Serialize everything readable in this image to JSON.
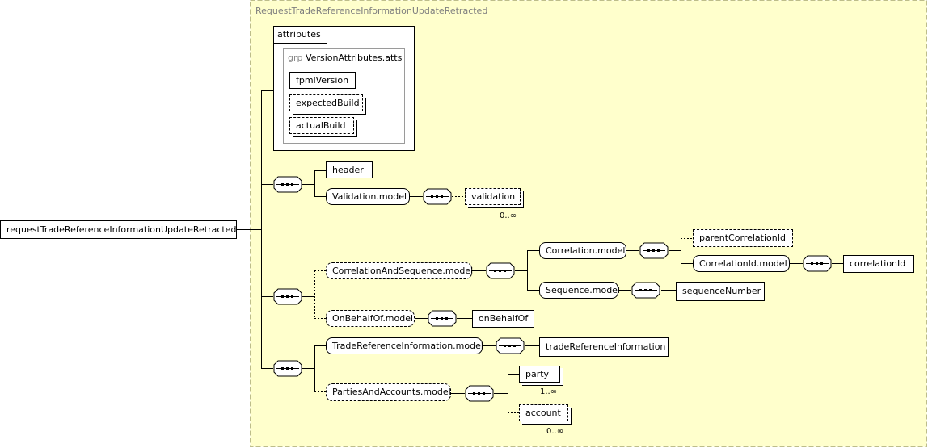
{
  "complex_type": {
    "name": "RequestTradeReferenceInformationUpdateRetracted"
  },
  "root_element": {
    "name": "requestTradeReferenceInformationUpdateRetracted"
  },
  "attributes": {
    "label": "attributes",
    "group_keyword": "grp",
    "group_name": "VersionAttributes.atts",
    "items": [
      "fpmlVersion",
      "expectedBuild",
      "actualBuild"
    ]
  },
  "sequence_1": {
    "header": "header",
    "validation_model": "Validation.model",
    "validation": "validation",
    "validation_cardinality": "0..∞"
  },
  "sequence_2": {
    "correlation_and_sequence_model": "CorrelationAndSequence.model",
    "correlation_model": "Correlation.model",
    "parent_correlation_id": "parentCorrelationId",
    "correlation_id_model": "CorrelationId.model",
    "correlation_id": "correlationId",
    "sequence_model": "Sequence.model",
    "sequence_number": "sequenceNumber",
    "on_behalf_of_model": "OnBehalfOf.model",
    "on_behalf_of": "onBehalfOf"
  },
  "sequence_3": {
    "trade_reference_information_model": "TradeReferenceInformation.model",
    "trade_reference_information": "tradeReferenceInformation",
    "parties_and_accounts_model": "PartiesAndAccounts.model",
    "party": "party",
    "party_cardinality": "1..∞",
    "account": "account",
    "account_cardinality": "0..∞"
  },
  "colors": {
    "type_background": "#ffffcc",
    "type_border": "#bdbd8a",
    "line": "#000000"
  },
  "icons": {
    "sequence_compositor": "sequence-compositor-icon"
  }
}
